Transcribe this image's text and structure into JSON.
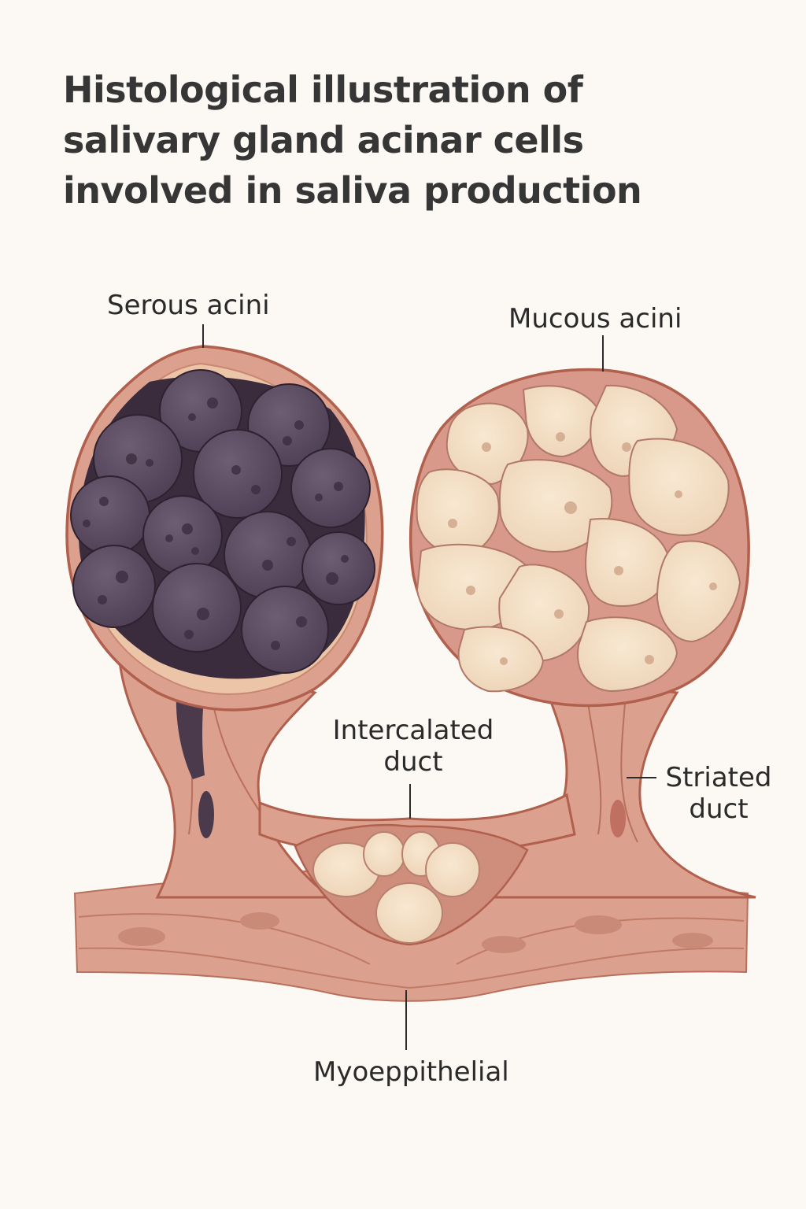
{
  "title": {
    "lines": [
      "Histological illustration of",
      "salivary gland acinar cells",
      "involved in saliva production"
    ]
  },
  "labels": {
    "serous_acini": "Serous acini",
    "mucous_acini": "Mucous acini",
    "intercalated_duct_line1": "Intercalated",
    "intercalated_duct_line2": "duct",
    "striated_duct_line1": "Striated",
    "striated_duct_line2": "duct",
    "myoepithelial": "Myoeppithelial"
  },
  "colors": {
    "background": "#fcf9f4",
    "tissue": "#dc9c8c",
    "tissue_outline": "#b0604c",
    "serous_cell": "#5a4a60",
    "serous_dark": "#3a2c3c",
    "mucous_cell": "#f2dcc0",
    "text": "#2a2a2a"
  }
}
